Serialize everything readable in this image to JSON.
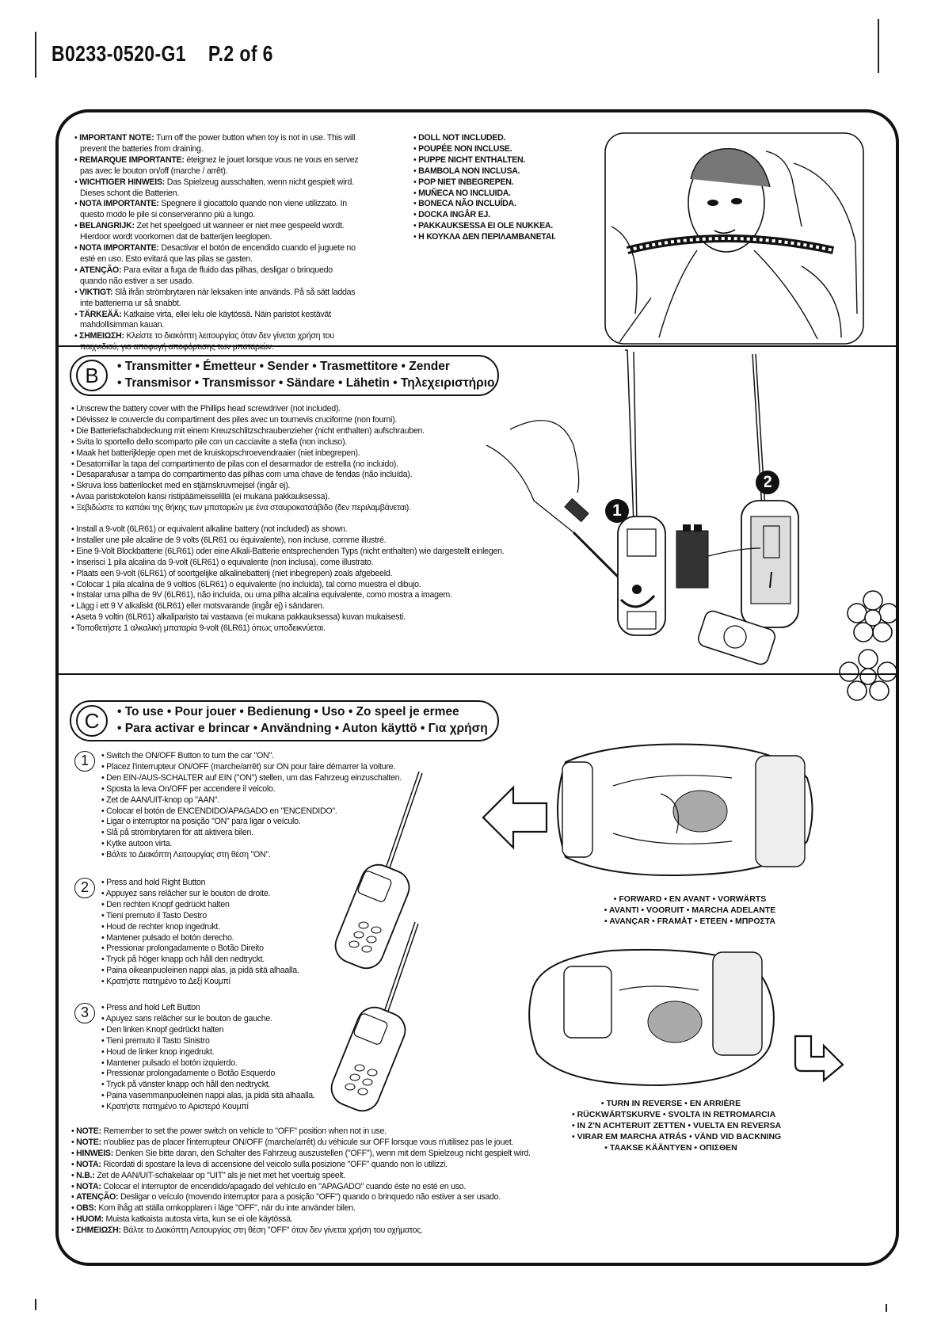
{
  "header": {
    "code": "B0233-0520-G1",
    "page": "P.2 of 6"
  },
  "important": [
    [
      "IMPORTANT NOTE:",
      " Turn off the power button when toy is not in use. This will",
      "prevent the batteries from draining."
    ],
    [
      "REMARQUE IMPORTANTE:",
      " éteignez le jouet lorsque vous ne vous en servez",
      "pas avec le bouton on/off (marche / arrêt)."
    ],
    [
      "WICHTIGER HINWEIS:",
      " Das Spielzeug ausschalten, wenn nicht gespielt wird.",
      "Dieses schont die Batterien."
    ],
    [
      "NOTA IMPORTANTE:",
      " Spegnere il giocattolo quando non viene utilizzato. In",
      "questo modo le pile si conserveranno più a lungo."
    ],
    [
      "BELANGRIJK:",
      " Zet het speelgoed uit wanneer er niet mee gespeeld wordt.",
      "Hierdoor wordt voorkomen dat de batterijen leeglopen."
    ],
    [
      "NOTA IMPORTANTE:",
      " Desactivar el botón de encendido cuando el juguete no",
      "esté en uso. Esto evitará que las pilas se gasten."
    ],
    [
      "ATENÇÃO:",
      " Para evitar a fuga de fluido das pilhas, desligar o brinquedo",
      "quando não estiver a ser usado."
    ],
    [
      "VIKTIGT:",
      " Slå ifrån strömbrytaren när leksaken inte används. På så sätt laddas",
      "inte batterierna ur så snabbt."
    ],
    [
      "TÄRKEÄÄ:",
      " Katkaise virta, ellei lelu ole käytössä. Näin paristot kestävät",
      "mahdollisimman kauan."
    ],
    [
      "ΣΗΜΕΙΩΣΗ:",
      " Κλείστε το διακόπτη λειτουργίας όταν δεν γίνεται χρήση του",
      "παιχνιδιού, για αποφυγή αποφόρτισης των μπαταριών."
    ]
  ],
  "doll": [
    "DOLL NOT INCLUDED.",
    "POUPÉE NON INCLUSE.",
    "PUPPE NICHT ENTHALTEN.",
    "BAMBOLA NON INCLUSA.",
    "POP NIET INBEGREPEN.",
    "MUÑECA NO INCLUIDA.",
    "BONECA NÃO INCLUÍDA.",
    "DOCKA INGÅR EJ.",
    "PAKKAUKSESSA EI OLE NUKKEA.",
    "Η ΚΟΥΚΛΑ ΔΕΝ ΠΕΡΙΛΑΜΒΑΝΕΤΑΙ."
  ],
  "sectionB": {
    "letter": "B",
    "title1": "• Transmitter • Émetteur • Sender • Trasmettitore • Zender",
    "title2": "• Transmisor • Transmissor • Sändare • Lähetin • Τηλεχειριστήριο",
    "step1_badge": "1",
    "step2_badge": "2",
    "unscrew": [
      "Unscrew the battery cover with the Phillips head screwdriver (not included).",
      "Dévissez le couvercle du compartiment des piles avec un tournevis cruciforme (non fourni).",
      "Die Batteriefachabdeckung mit einem Kreuzschlitzschraubenzieher (nicht enthalten) aufschrauben.",
      "Svita lo sportello dello scomparto pile con un cacciavite a stella (non incluso).",
      "Maak het batterijklepje open met de kruiskopschroevendraaier (niet inbegrepen).",
      "Desatornillar la tapa del compartimento de pilas con el desarmador de estrella (no incluido).",
      "Desaparafusar a tampa do compartimento das pilhas com uma chave de fendas (não incluída).",
      "Skruva loss batterilocket med en stjärnskruvmejsel (ingår ej).",
      "Avaa paristokotelon kansi ristipäämeisselillä (ei mukana pakkauksessa).",
      "Ξεβιδώστε το καπάκι της θήκης των μπαταριών με ένα σταυροκατσάβιδο (δεν περιλαμβάνεται)."
    ],
    "install": [
      "Install a 9-volt (6LR61) or equivalent alkaline battery (not included) as shown.",
      "Installer une pile alcaline de 9 volts (6LR61 ou équivalente), non incluse, comme illustré.",
      "Eine 9-Volt Blockbatterie (6LR61) oder eine Alkali-Batterie entsprechenden Typs (nicht enthalten) wie dargestellt einlegen.",
      "Inserisci 1 pila alcalina da 9-volt (6LR61) o equivalente (non inclusa), come illustrato.",
      "Plaats een 9-volt (6LR61) of soortgelijke alkalinebatterij (niet inbegrepen) zoals afgebeeld.",
      "Colocar 1 pila alcalina de 9 voltios (6LR61) o equivalente (no incluida), tal como muestra el dibujo.",
      "Instalar uma pilha de 9V (6LR61), não incluída, ou uma pilha alcalina equivalente, como mostra a imagem.",
      "Lägg i ett 9 V alkaliskt (6LR61) eller motsvarande (ingår ej) i sändaren.",
      "Aseta 9 voltin (6LR61) alkaliparisto tai vastaava (ei mukana pakkauksessa) kuvan mukaisesti.",
      "Τοποθετήστε 1 αλκαλική μπαταρία 9-volt (6LR61) όπως υποδεικνύεται."
    ]
  },
  "sectionC": {
    "letter": "C",
    "title1": "• To use • Pour jouer • Bedienung • Uso • Zo speel je ermee",
    "title2": "• Para activar e brincar • Användning • Auton käyttö • Για χρήση",
    "step1": {
      "num": "1",
      "lines": [
        "Switch the ON/OFF Button to turn the car \"ON\".",
        "Placez l'interrupteur ON/OFF (marche/arrêt) sur ON pour faire démarrer la voiture.",
        "Den EIN-/AUS-SCHALTER auf EIN (\"ON\") stellen, um das Fahrzeug einzuschalten.",
        "Sposta la leva On/OFF per accendere il veicolo.",
        "Zet de AAN/UIT-knop op \"AAN\".",
        "Colocar el botón de ENCENDIDO/APAGADO en \"ENCENDIDO\".",
        "Ligar o interruptor na posição \"ON\" para ligar o veículo.",
        "Slå på strömbrytaren för att aktivera bilen.",
        "Kytke autoon virta.",
        "Βάλτε το Διακόπτη Λειτουργίας στη θέση \"ON\"."
      ]
    },
    "step2": {
      "num": "2",
      "lines": [
        "Press and hold Right Button",
        "Appuyez sans relâcher sur le bouton de droite.",
        "Den rechten Knopf gedrückt halten",
        "Tieni premuto il Tasto Destro",
        "Houd de rechter knop ingedrukt.",
        "Mantener pulsado el botón derecho.",
        "Pressionar prolongadamente o Botão Direito",
        "Tryck på höger knapp och håll den nedtryckt.",
        "Paina oikeanpuoleinen nappi alas, ja pidä sitä alhaalla.",
        "Κρατήστε πατημένο το Δεξί Κουμπί"
      ]
    },
    "step3": {
      "num": "3",
      "lines": [
        "Press and hold Left Button",
        "Apuyez sans relâcher sur le bouton de gauche.",
        "Den linken Knopf gedrückt halten",
        "Tieni premuto il Tasto Sinistro",
        "Houd de linker knop ingedrukt.",
        "Mantener pulsado el botón izquierdo.",
        "Pressionar prolongadamente o Botão Esquerdo",
        "Tryck på vänster knapp och håll den nedtryckt.",
        "Paina vasemmanpuoleinen nappi alas, ja pidä sitä alhaalla.",
        "Κρατήστε πατημένο το Αριστερό Κουμπί"
      ]
    },
    "forward": [
      "• FORWARD • EN AVANT • VORWÄRTS",
      "• AVANTI • VOORUIT • MARCHA ADELANTE",
      "• AVANÇAR • FRAMÅT • ETEEN • ΜΠΡΟΣΤΑ"
    ],
    "reverse": [
      "• TURN IN REVERSE • EN ARRIÈRE",
      "• RÜCKWÄRTSKURVE • SVOLTA IN RETROMARCIA",
      "• IN Z'N ACHTERUIT ZETTEN • VUELTA EN REVERSA",
      "• VIRAR EM MARCHA ATRÁS • VÄND VID BACKNING",
      "• TAAKSE KÄÄNTYEN • ΟΠΙΣΘΕΝ"
    ],
    "notes": [
      [
        "NOTE:",
        " Remember to set the power switch on vehicle to \"OFF\" position when not in use."
      ],
      [
        "NOTE:",
        " n'oubliez pas de placer l'interrupteur ON/OFF (marche/arrêt) du véhicule sur OFF lorsque vous n'utilisez pas le jouet."
      ],
      [
        "HINWEIS:",
        " Denken Sie bitte daran, den Schalter des Fahrzeug auszustellen (\"OFF\"), wenn mit dem Spielzeug nicht gespielt wird."
      ],
      [
        "NOTA:",
        " Ricordati di spostare la leva di accensione del veicolo sulla posizione \"OFF\" quando non lo utilizzi."
      ],
      [
        "N.B.:",
        " Zet de AAN/UIT-schakelaar op \"UIT\" als je niet met het voertuig speelt."
      ],
      [
        "NOTA:",
        " Colocar el interruptor de encendido/apagado del vehículo en \"APAGADO\" cuando éste no esté en uso."
      ],
      [
        "ATENÇÃO:",
        " Desligar o veículo (movendo interruptor para a posição \"OFF\") quando o brinquedo não estiver a ser usado."
      ],
      [
        "OBS:",
        " Kom ihåg att ställa omkopplaren i läge \"OFF\", när du inte använder bilen."
      ],
      [
        "HUOM:",
        " Muista katkaista autosta virta, kun se ei ole käytössä."
      ],
      [
        "ΣΗΜΕΙΩΣΗ:",
        " Βάλτε το Διακόπτη Λειτουργίας στη θέση \"OFF\" όταν δεν γίνεται χρήση του οχήματος."
      ]
    ]
  }
}
